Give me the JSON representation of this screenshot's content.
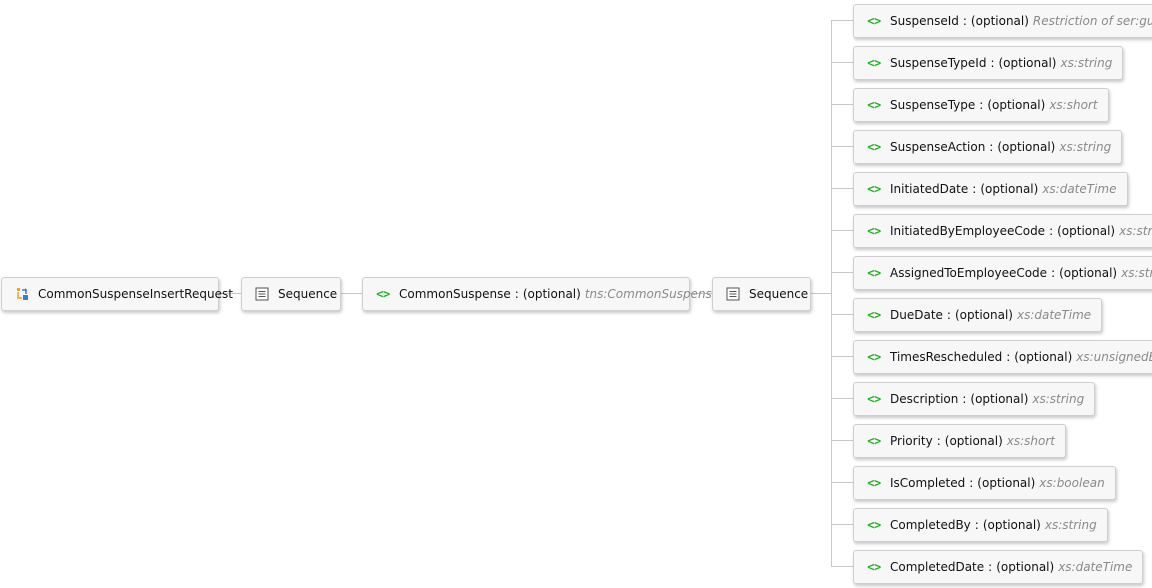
{
  "root": {
    "label": "CommonSuspenseInsertRequest",
    "icon": "complex-type-element-icon"
  },
  "sequence1": {
    "label": "Sequence",
    "icon": "sequence-icon"
  },
  "common_suspense": {
    "name": "CommonSuspense",
    "sep": ":",
    "optional": "(optional)",
    "type": "tns:CommonSuspense",
    "icon": "element-icon"
  },
  "sequence2": {
    "label": "Sequence",
    "icon": "sequence-icon"
  },
  "elements": [
    {
      "name": "SuspenseId",
      "sep": ":",
      "optional": "(optional)",
      "type": "Restriction of ser:guid"
    },
    {
      "name": "SuspenseTypeId",
      "sep": ":",
      "optional": "(optional)",
      "type": "xs:string"
    },
    {
      "name": "SuspenseType",
      "sep": ":",
      "optional": "(optional)",
      "type": "xs:short"
    },
    {
      "name": "SuspenseAction",
      "sep": ":",
      "optional": "(optional)",
      "type": "xs:string"
    },
    {
      "name": "InitiatedDate",
      "sep": ":",
      "optional": "(optional)",
      "type": "xs:dateTime"
    },
    {
      "name": "InitiatedByEmployeeCode",
      "sep": ":",
      "optional": "(optional)",
      "type": "xs:string"
    },
    {
      "name": "AssignedToEmployeeCode",
      "sep": ":",
      "optional": "(optional)",
      "type": "xs:string"
    },
    {
      "name": "DueDate",
      "sep": ":",
      "optional": "(optional)",
      "type": "xs:dateTime"
    },
    {
      "name": "TimesRescheduled",
      "sep": ":",
      "optional": "(optional)",
      "type": "xs:unsignedByte"
    },
    {
      "name": "Description",
      "sep": ":",
      "optional": "(optional)",
      "type": "xs:string"
    },
    {
      "name": "Priority",
      "sep": ":",
      "optional": "(optional)",
      "type": "xs:short"
    },
    {
      "name": "IsCompleted",
      "sep": ":",
      "optional": "(optional)",
      "type": "xs:boolean"
    },
    {
      "name": "CompletedBy",
      "sep": ":",
      "optional": "(optional)",
      "type": "xs:string"
    },
    {
      "name": "CompletedDate",
      "sep": ":",
      "optional": "(optional)",
      "type": "xs:dateTime"
    }
  ],
  "colors": {
    "element_icon": "#1fb31f",
    "type_text": "#8a8a8a",
    "connector": "#c8c8c8",
    "node_bg": "#f7f7f7"
  }
}
